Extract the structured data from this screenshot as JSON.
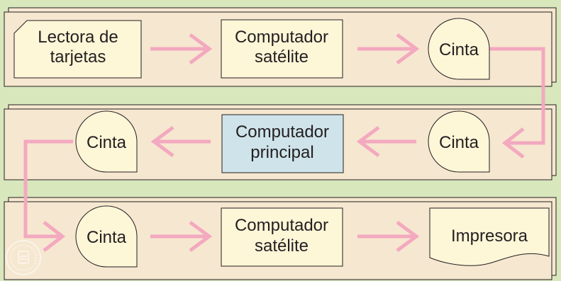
{
  "diagram": {
    "rows": [
      {
        "nodes": [
          {
            "shape": "punch-card",
            "lines": [
              "Lectora de",
              "tarjetas"
            ]
          },
          {
            "shape": "process",
            "lines": [
              "Computador",
              "satélite"
            ]
          },
          {
            "shape": "magnetic-tape",
            "lines": [
              "Cinta"
            ]
          }
        ]
      },
      {
        "nodes": [
          {
            "shape": "magnetic-tape",
            "lines": [
              "Cinta"
            ]
          },
          {
            "shape": "process-highlighted",
            "lines": [
              "Computador",
              "principal"
            ]
          },
          {
            "shape": "magnetic-tape",
            "lines": [
              "Cinta"
            ]
          }
        ]
      },
      {
        "nodes": [
          {
            "shape": "magnetic-tape",
            "lines": [
              "Cinta"
            ]
          },
          {
            "shape": "process",
            "lines": [
              "Computador",
              "satélite"
            ]
          },
          {
            "shape": "document",
            "lines": [
              "Impresora"
            ]
          }
        ]
      }
    ],
    "flow": [
      "Lectora de tarjetas",
      "Computador satélite",
      "Cinta",
      "Cinta",
      "Computador principal",
      "Cinta",
      "Cinta",
      "Computador satélite",
      "Impresora"
    ]
  },
  "colors": {
    "background": "#d9e7bd",
    "band_fill": "#f6e7d0",
    "node_fill": "#fdf6d7",
    "highlight_fill": "#cfe3ea",
    "arrow": "#f3a9bf",
    "stroke": "#231f20"
  },
  "icons": {
    "watermark": "university-seal-icon"
  }
}
